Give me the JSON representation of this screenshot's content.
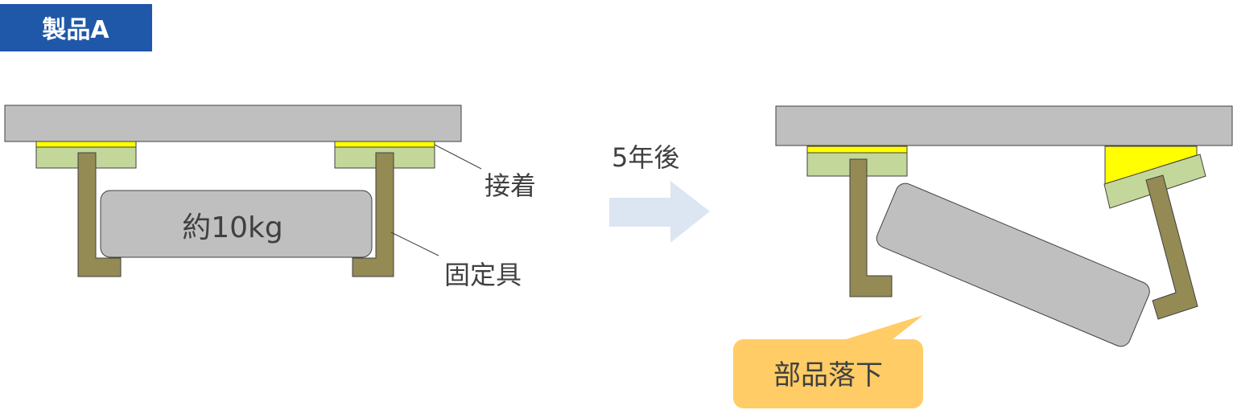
{
  "title_badge": {
    "label": "製品A",
    "color": "#1f58a8"
  },
  "before": {
    "weight_label": "約10kg",
    "adhesive_label": "接着",
    "fixture_label": "固定具"
  },
  "transition": {
    "label": "5年後"
  },
  "after": {
    "callout_label": "部品落下"
  },
  "colors": {
    "ceiling": "#bfbfbf",
    "adhesive": "#ffff00",
    "plate": "#c4d79b",
    "fixture": "#948a54",
    "arrow": "#dce6f2",
    "callout": "#ffcc66"
  }
}
